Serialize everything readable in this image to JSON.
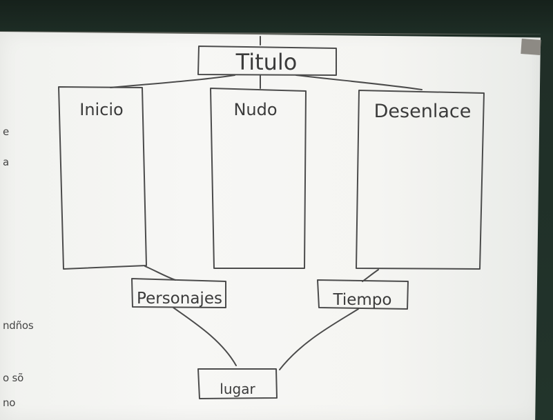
{
  "diagram": {
    "title": "Titulo",
    "boxes": {
      "inicio": "Inicio",
      "nudo": "Nudo",
      "desenlace": "Desenlace",
      "personajes": "Personajes",
      "tiempo": "Tiempo",
      "lugar": "lugar"
    }
  },
  "edge_text": {
    "line_1": "e",
    "line_2": "a",
    "line_3": "ndños",
    "line_4": "o sõ",
    "line_5": "no"
  },
  "colors": {
    "board": "#f5f5f2",
    "ink": "#3b3b3b",
    "frame": "#22342b",
    "yellow": "#f5dc2b",
    "red": "#e53935",
    "blue": "#1e88e5",
    "green": "#43a047",
    "orange": "#fb8c00",
    "purple": "#8e24aa",
    "pink": "#d81b60"
  }
}
